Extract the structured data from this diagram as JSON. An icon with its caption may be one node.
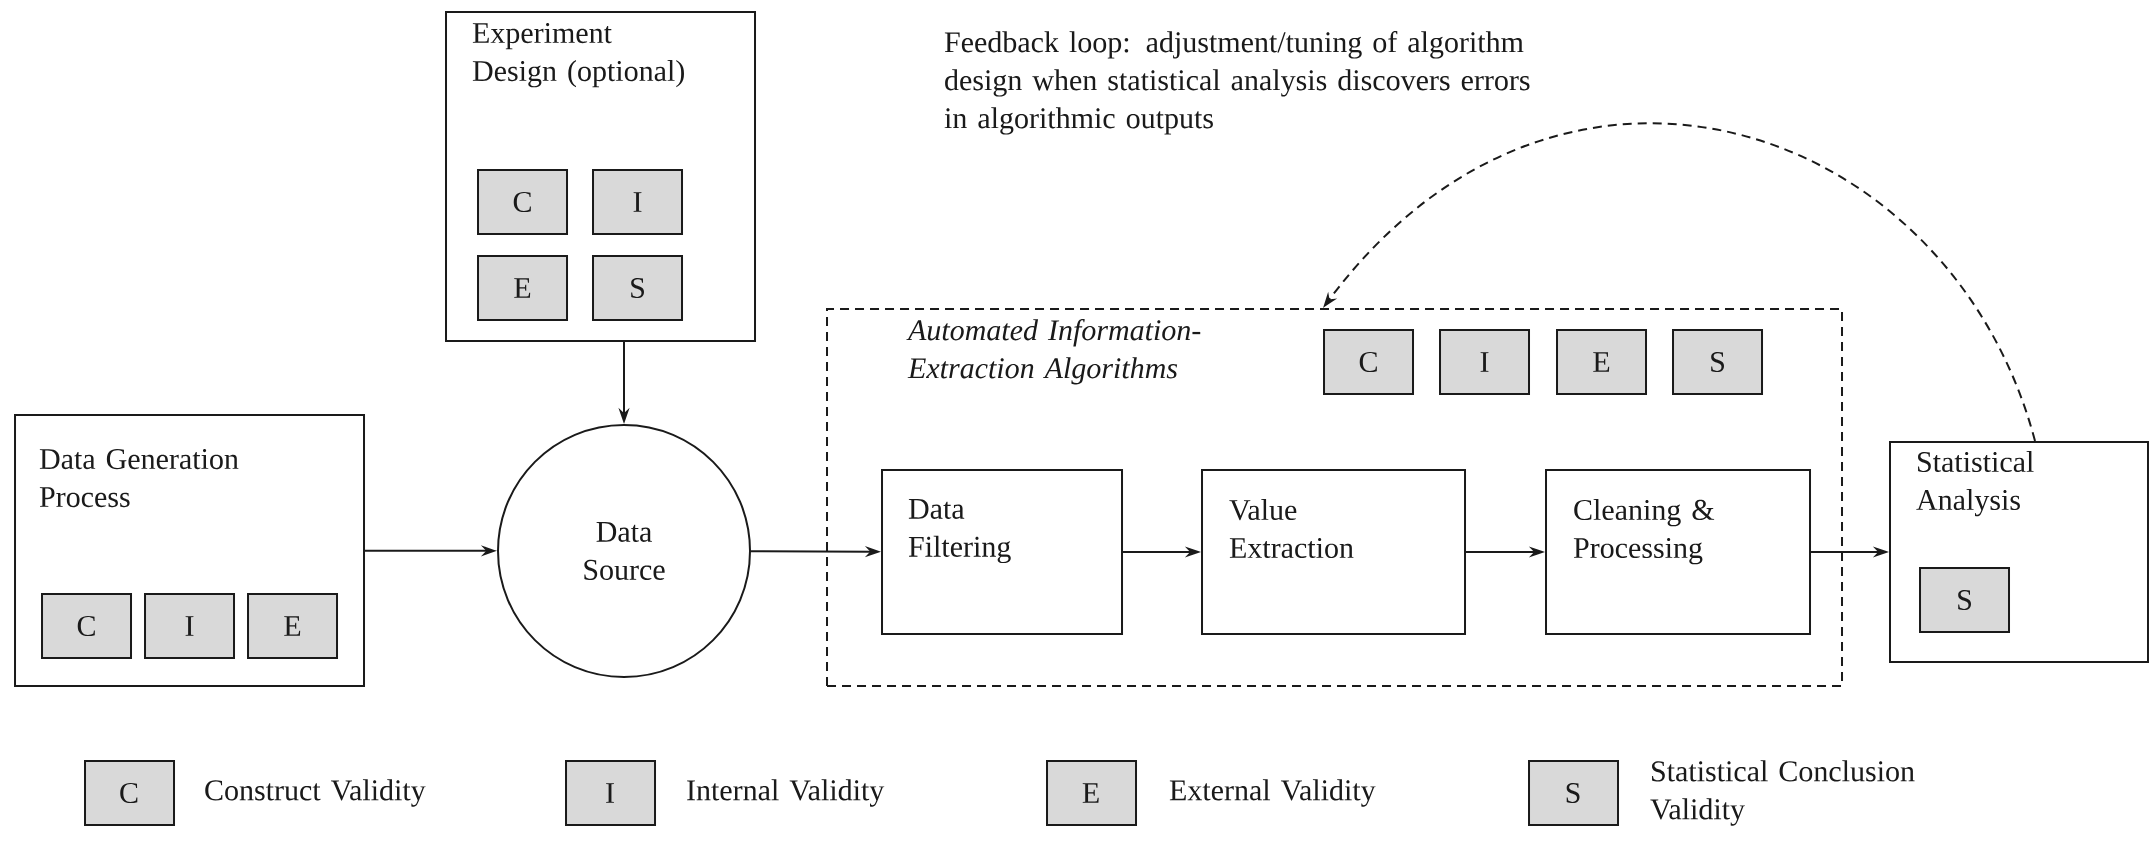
{
  "diagram": {
    "nodes": [
      {
        "text": [
          "Experiment Design (optional)"
        ]
      },
      {
        "text": [
          "C"
        ],
        "in": 0
      },
      {
        "text": [
          "I"
        ],
        "in": 0
      },
      {
        "text": [
          "E"
        ],
        "in": 0
      },
      {
        "text": [
          "S"
        ],
        "in": 0
      },
      {
        "text": [
          "Data Generation Process"
        ]
      },
      {
        "text": [
          "C"
        ],
        "in": 5
      },
      {
        "text": [
          "I"
        ],
        "in": 5
      },
      {
        "text": [
          "E"
        ],
        "in": 5
      },
      {
        "text": [
          "Data Source"
        ]
      },
      {
        "text": [
          "Automated Information-Extraction Algorithms"
        ]
      },
      {
        "text": [
          "C"
        ],
        "in": 10
      },
      {
        "text": [
          "I"
        ],
        "in": 10
      },
      {
        "text": [
          "E"
        ],
        "in": 10
      },
      {
        "text": [
          "S"
        ],
        "in": 10
      },
      {
        "text": [
          "Data Filtering"
        ],
        "in": 10
      },
      {
        "text": [
          "Value Extraction"
        ],
        "in": 10
      },
      {
        "text": [
          "Cleaning & Processing"
        ],
        "in": 10
      },
      {
        "text": [
          "Statistical Analysis"
        ]
      },
      {
        "text": [
          "S"
        ],
        "in": 18
      }
    ],
    "edges": [
      {
        "from": 0,
        "to": 9,
        "arrow": "to"
      },
      {
        "from": 5,
        "to": 9,
        "arrow": "to"
      },
      {
        "from": 9,
        "to": 15,
        "arrow": "to"
      },
      {
        "from": 15,
        "to": 16,
        "arrow": "to"
      },
      {
        "from": 16,
        "to": 17,
        "arrow": "to"
      },
      {
        "from": 17,
        "to": 18,
        "arrow": "to"
      },
      {
        "from": 18,
        "to": 10,
        "arrow": "to",
        "style": "dashed"
      }
    ],
    "labels": [
      "Feedback loop: adjustment/tuning of algorithm design when statistical analysis discovers errors in algorithmic outputs",
      "C",
      "I",
      "E",
      "S"
    ],
    "legend": [
      {
        "text": "Construct Validity",
        "color": "#d9d9d9"
      },
      {
        "text": "Internal Validity",
        "color": "#d9d9d9"
      },
      {
        "text": "External Validity",
        "color": "#d9d9d9"
      },
      {
        "text": "Statistical Conclusion Validity",
        "color": "#d9d9d9"
      }
    ]
  }
}
